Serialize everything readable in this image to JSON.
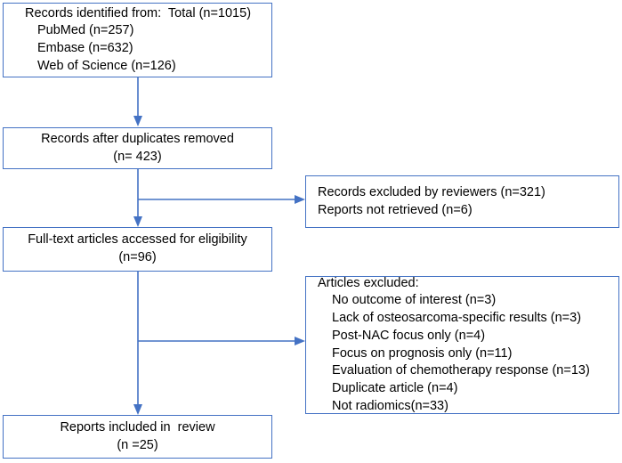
{
  "diagram": {
    "type": "prisma-flow-diagram",
    "accent_color": "#4472C4",
    "text_color": "#000000",
    "background_color": "#ffffff"
  },
  "boxes": {
    "identification": {
      "lines": [
        "Records identified from:  Total (n=1015)",
        "PubMed (n=257)",
        "Embase (n=632)",
        "Web of Science (n=126)"
      ]
    },
    "duplicates_removed": {
      "lines": [
        "Records after duplicates removed",
        "(n= 423)"
      ]
    },
    "records_excluded": {
      "lines": [
        "Records excluded by reviewers (n=321)",
        "Reports not retrieved (n=6)"
      ]
    },
    "full_text": {
      "lines": [
        "Full-text articles accessed for eligibility",
        "(n=96)"
      ]
    },
    "articles_excluded": {
      "heading": "Articles excluded:",
      "items": [
        "No outcome of interest (n=3)",
        "Lack of osteosarcoma-specific results (n=3)",
        "Post-NAC focus only (n=4)",
        "Focus on prognosis only (n=11)",
        "Evaluation of chemotherapy response (n=13)",
        "Duplicate article (n=4)",
        "Not radiomics(n=33)"
      ]
    },
    "included": {
      "lines": [
        "Reports included in  review",
        "(n =25)"
      ]
    }
  },
  "chart_data": {
    "type": "diagram",
    "title": "PRISMA study selection flow",
    "stages": [
      {
        "name": "Records identified",
        "n": 1015,
        "sources": [
          {
            "name": "PubMed",
            "n": 257
          },
          {
            "name": "Embase",
            "n": 632
          },
          {
            "name": "Web of Science",
            "n": 126
          }
        ]
      },
      {
        "name": "Records after duplicates removed",
        "n": 423
      },
      {
        "name": "Full-text articles accessed for eligibility",
        "n": 96
      },
      {
        "name": "Reports included in review",
        "n": 25
      }
    ],
    "exclusions": [
      {
        "stage": "screening",
        "reason": "Records excluded by reviewers",
        "n": 321
      },
      {
        "stage": "screening",
        "reason": "Reports not retrieved",
        "n": 6
      },
      {
        "stage": "eligibility",
        "reason": "No outcome of interest",
        "n": 3
      },
      {
        "stage": "eligibility",
        "reason": "Lack of osteosarcoma-specific results",
        "n": 3
      },
      {
        "stage": "eligibility",
        "reason": "Post-NAC focus only",
        "n": 4
      },
      {
        "stage": "eligibility",
        "reason": "Focus on prognosis only",
        "n": 11
      },
      {
        "stage": "eligibility",
        "reason": "Evaluation of chemotherapy response",
        "n": 13
      },
      {
        "stage": "eligibility",
        "reason": "Duplicate article",
        "n": 4
      },
      {
        "stage": "eligibility",
        "reason": "Not radiomics",
        "n": 33
      }
    ]
  }
}
